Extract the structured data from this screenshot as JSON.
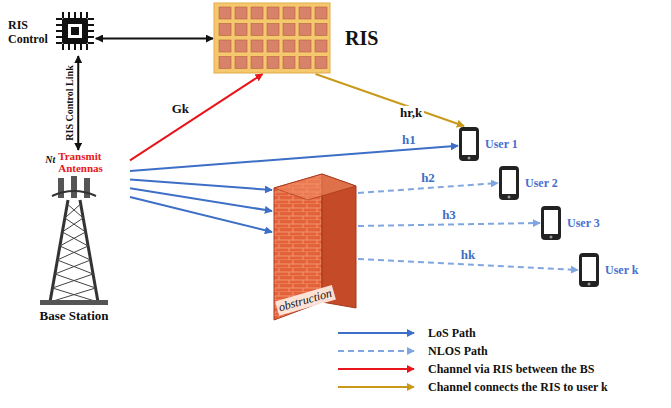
{
  "diagram": {
    "nodes": [
      {
        "text": [
          "RIS Control"
        ]
      },
      {
        "text": [
          "RIS"
        ]
      },
      {
        "text": [
          "Nt",
          "Transmit Antennas",
          "Base Station"
        ]
      },
      {
        "text": [
          "User 1"
        ]
      },
      {
        "text": [
          "obstruction"
        ]
      },
      {
        "text": [
          "User 2"
        ]
      },
      {
        "text": [
          "User 3"
        ]
      },
      {
        "text": [
          "User k"
        ]
      }
    ],
    "edges": [
      {
        "from": 0,
        "to": 1,
        "arrow": "both"
      },
      {
        "from": 0,
        "to": 2,
        "arrow": "both",
        "label": "RIS Control Link"
      },
      {
        "from": 2,
        "to": 1,
        "arrow": "to",
        "label": "Gk"
      },
      {
        "from": 1,
        "to": 3,
        "arrow": "to",
        "label": "hr,k"
      },
      {
        "from": 2,
        "to": 3,
        "arrow": "to",
        "label": "h1"
      },
      {
        "from": 2,
        "to": 4,
        "arrow": "to"
      },
      {
        "from": 2,
        "to": 4,
        "arrow": "to"
      },
      {
        "from": 2,
        "to": 4,
        "arrow": "to"
      },
      {
        "from": 4,
        "to": 5,
        "arrow": "to",
        "label": "h2"
      },
      {
        "from": 4,
        "to": 6,
        "arrow": "to",
        "label": "h3"
      },
      {
        "from": 4,
        "to": 7,
        "arrow": "to",
        "label": "hk"
      }
    ],
    "legend": [
      {
        "text": "LoS Path"
      },
      {
        "text": "NLOS Path"
      },
      {
        "text": "Channel via RIS between the BS"
      },
      {
        "text": "Channel connects the RIS to user k"
      }
    ]
  }
}
